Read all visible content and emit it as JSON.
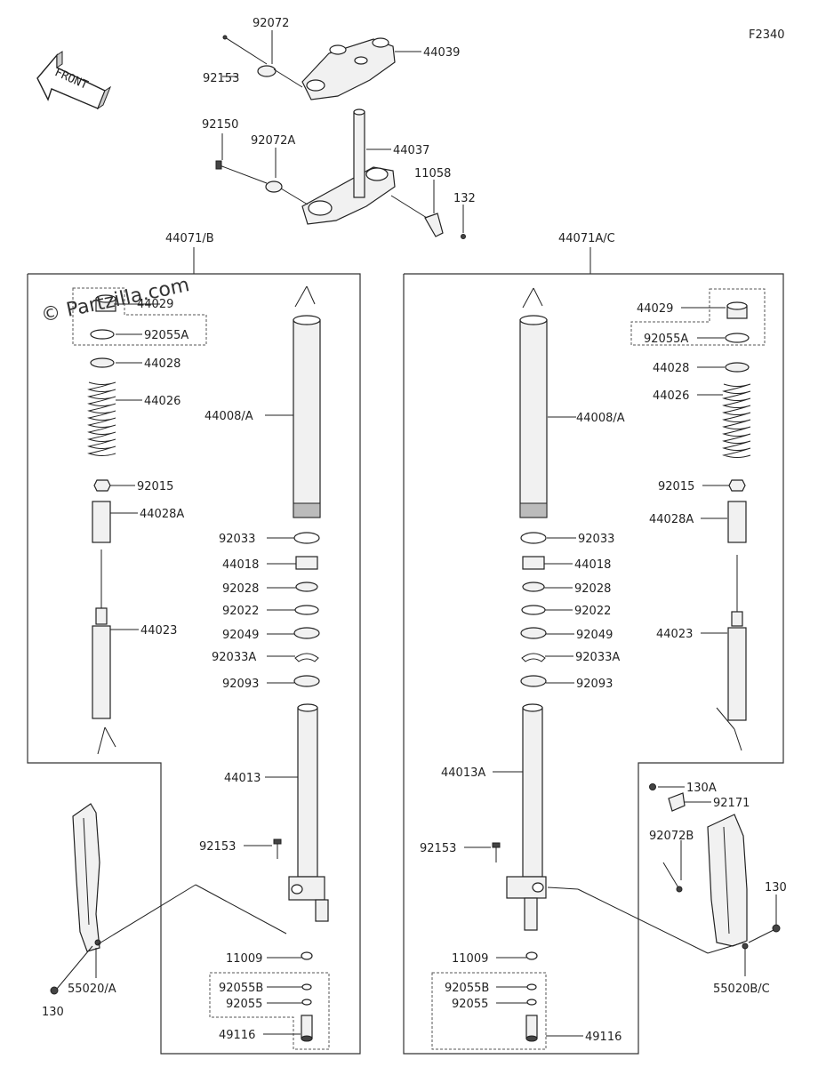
{
  "diagram_code": "F2340",
  "watermark": "© Partzilla.com",
  "front_arrow": "FRONT",
  "top": {
    "labels": {
      "p92072": "92072",
      "p92153": "92153",
      "p44039": "44039",
      "p92150": "92150",
      "p92072A": "92072A",
      "p44037": "44037",
      "p11058": "11058",
      "p132": "132"
    }
  },
  "left": {
    "assembly": "44071/B",
    "labels": {
      "p44029": "44029",
      "p92055A": "92055A",
      "p44028": "44028",
      "p44026": "44026",
      "p92015": "92015",
      "p44028A": "44028A",
      "p44023": "44023",
      "p44008A": "44008/A",
      "p92033": "92033",
      "p44018": "44018",
      "p92028": "92028",
      "p92022": "92022",
      "p92049": "92049",
      "p92033A": "92033A",
      "p92093": "92093",
      "p44013": "44013",
      "p92153": "92153",
      "p11009": "11009",
      "p92055B": "92055B",
      "p92055": "92055",
      "p49116": "49116",
      "p55020A": "55020/A",
      "p130": "130"
    }
  },
  "right": {
    "assembly": "44071A/C",
    "labels": {
      "p44029": "44029",
      "p92055A": "92055A",
      "p44028": "44028",
      "p44026": "44026",
      "p92015": "92015",
      "p44028A": "44028A",
      "p44023": "44023",
      "p44008A": "44008/A",
      "p92033": "92033",
      "p44018": "44018",
      "p92028": "92028",
      "p92022": "92022",
      "p92049": "92049",
      "p92033A": "92033A",
      "p92093": "92093",
      "p44013A": "44013A",
      "p92153": "92153",
      "p11009": "11009",
      "p92055B": "92055B",
      "p92055": "92055",
      "p49116": "49116",
      "p130A": "130A",
      "p92171": "92171",
      "p92072B": "92072B",
      "p130": "130",
      "p55020BC": "55020B/C"
    }
  }
}
